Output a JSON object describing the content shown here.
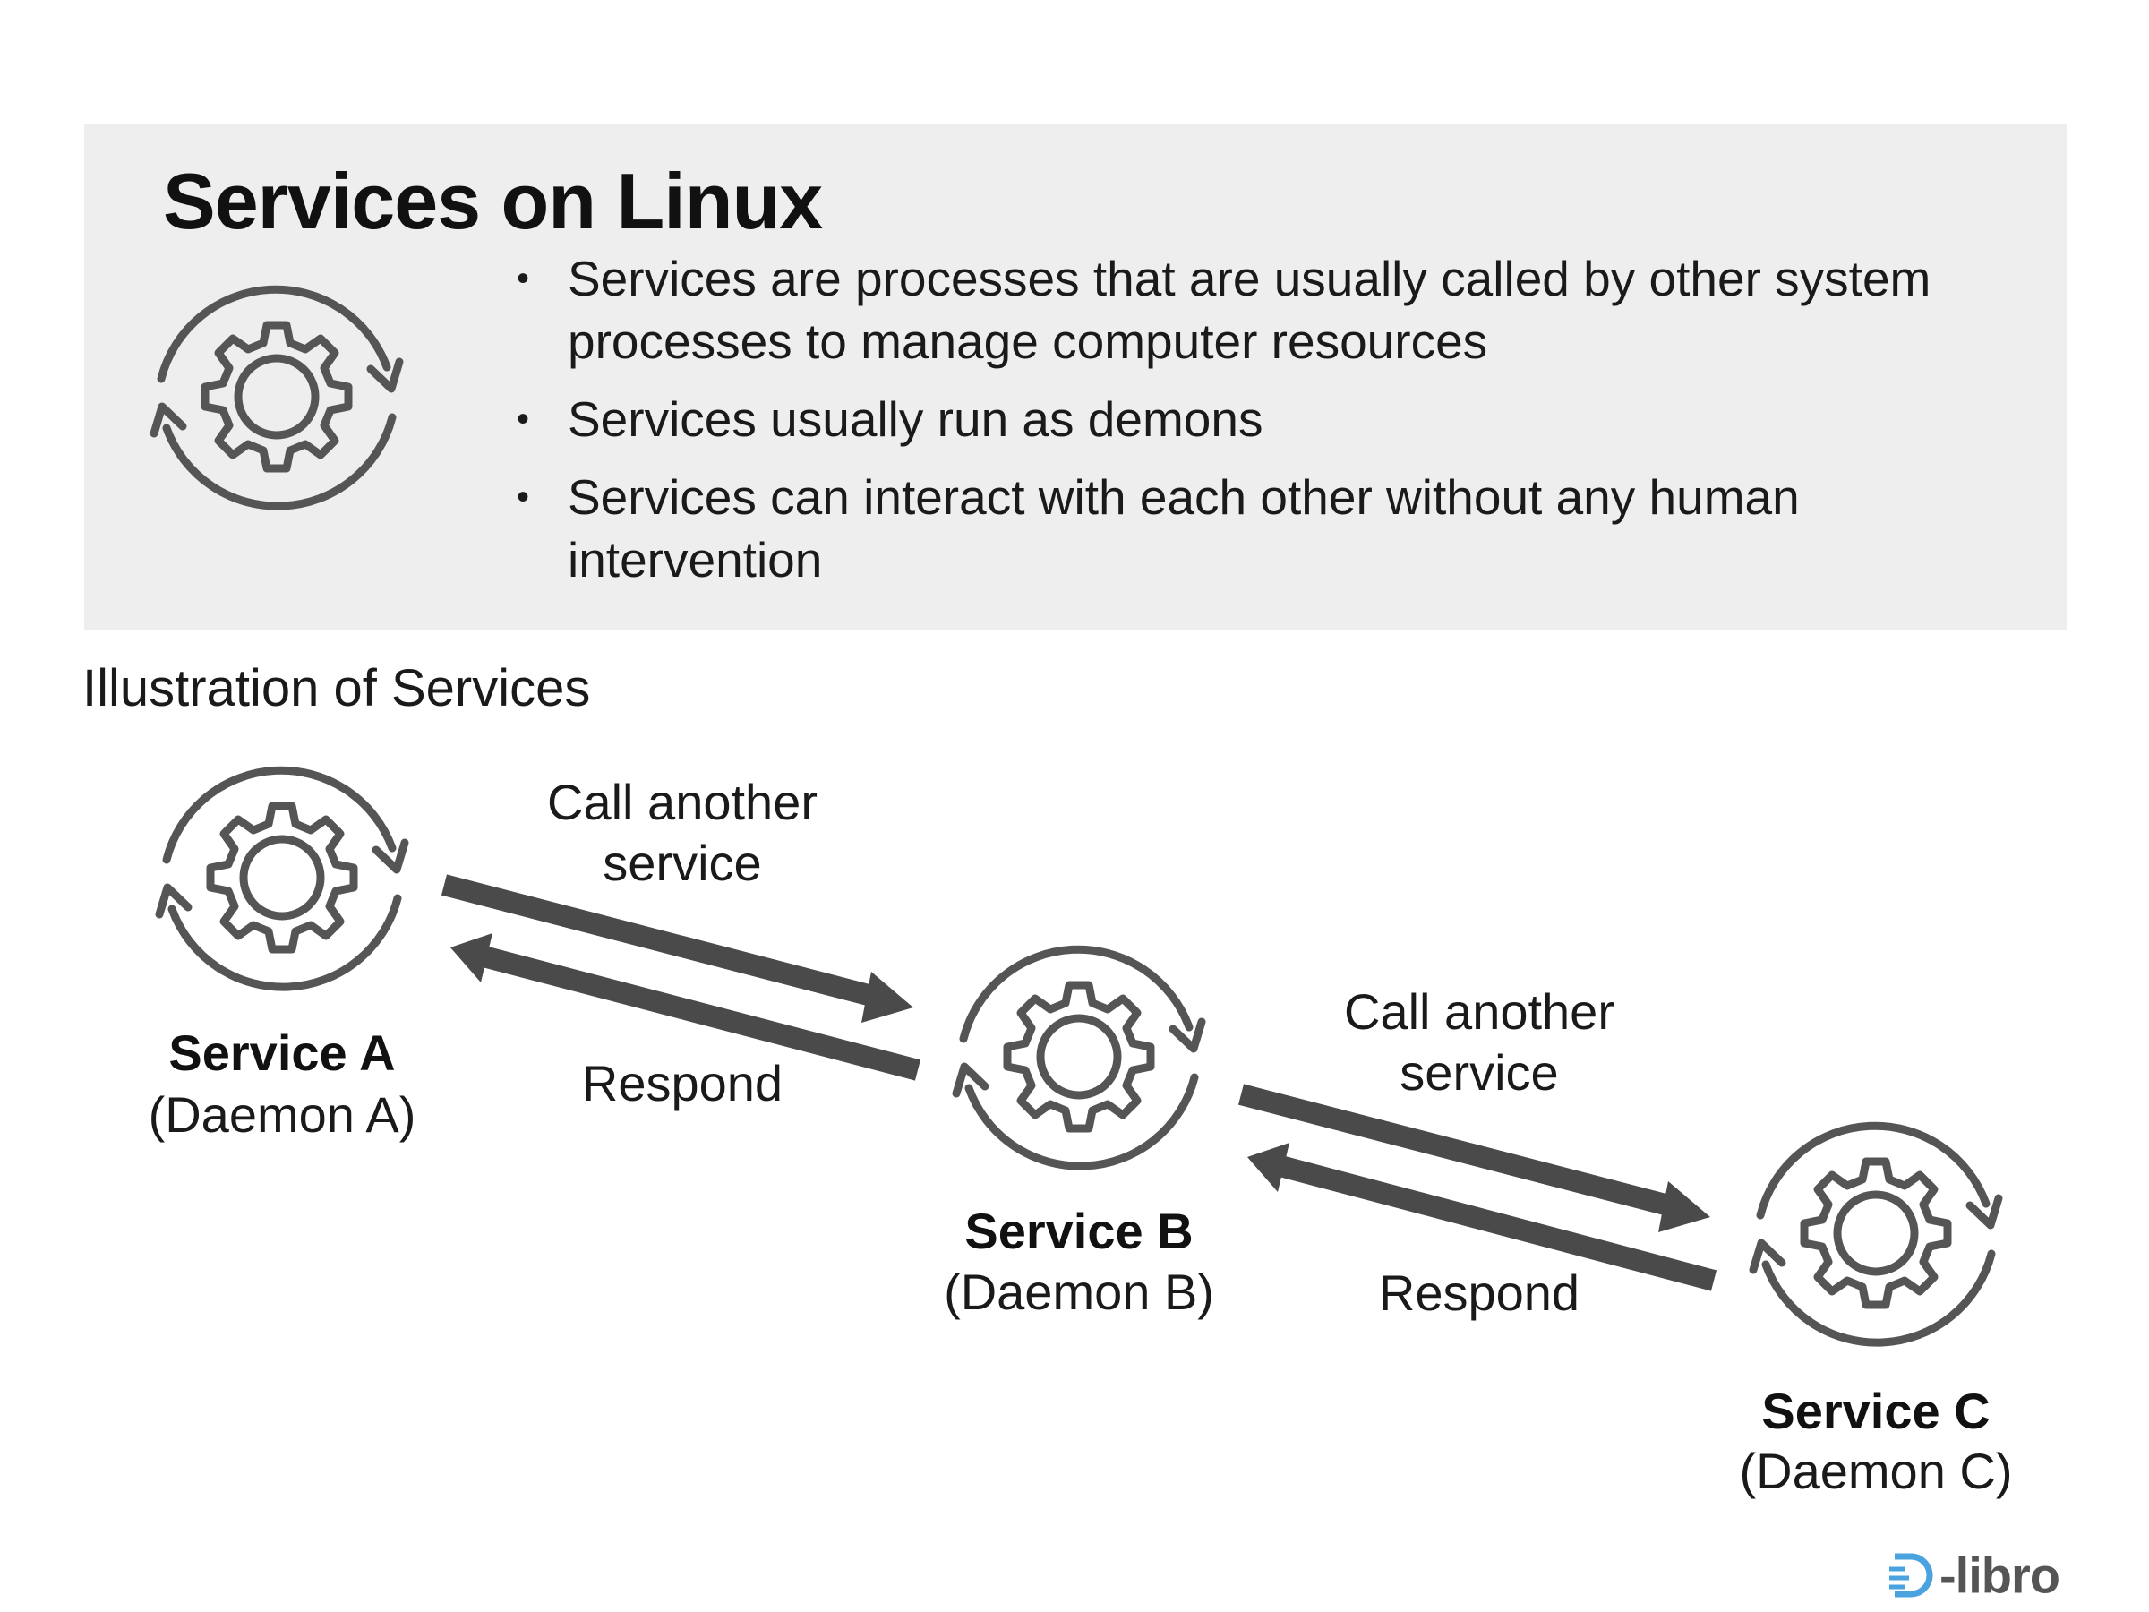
{
  "header": {
    "title": "Services on Linux",
    "bullets": [
      "Services are processes that are usually called by other system processes to manage computer resources",
      "Services usually run as demons",
      "Services can interact with each other without any human intervention"
    ]
  },
  "diagram": {
    "section_title": "Illustration of Services",
    "services": [
      {
        "name": "Service A",
        "daemon": "(Daemon A)"
      },
      {
        "name": "Service B",
        "daemon": "(Daemon B)"
      },
      {
        "name": "Service C",
        "daemon": "(Daemon C)"
      }
    ],
    "links": [
      {
        "call_label": "Call another service",
        "respond_label": "Respond"
      },
      {
        "call_label": "Call another service",
        "respond_label": "Respond"
      }
    ]
  },
  "colors": {
    "panel_bg": "#eeeeee",
    "icon": "#555555",
    "arrow": "#4a4a4a",
    "logo_accent": "#4aa3df"
  },
  "icons": {
    "service": "gear-cycle-icon"
  },
  "brand": {
    "logo_text": "-libro"
  }
}
